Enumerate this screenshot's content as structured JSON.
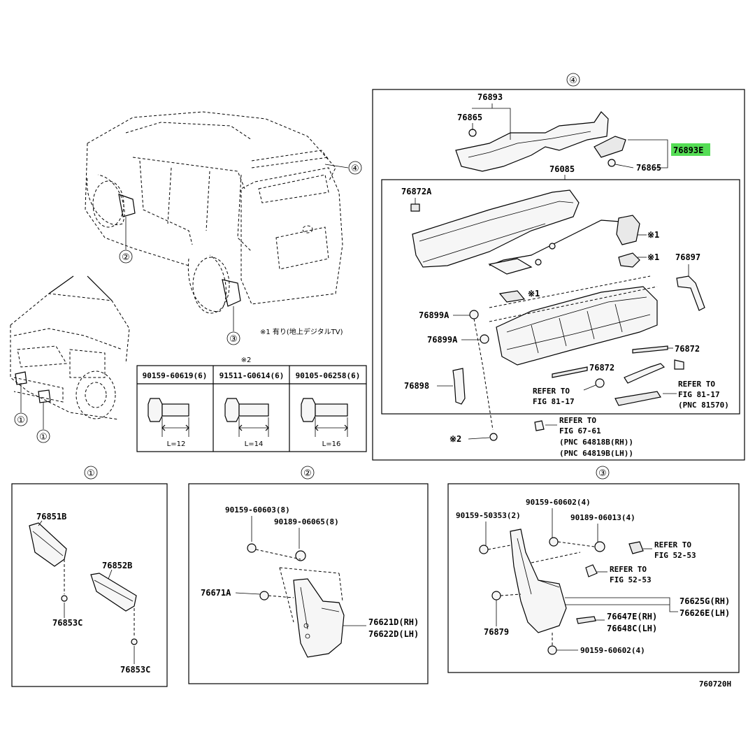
{
  "diagram": {
    "ref_code": "760720H",
    "section_markers": [
      "①",
      "②",
      "③",
      "④"
    ],
    "vehicle_callouts": [
      "①",
      "①",
      "②",
      "③",
      "④"
    ],
    "note_1": "※1 有り(地上デジタルTV)",
    "bolt_table": {
      "marker": "※2",
      "parts": [
        {
          "number": "90159-60619(6)",
          "length": "L=12"
        },
        {
          "number": "91511-G0614(6)",
          "length": "L=14"
        },
        {
          "number": "90105-06258(6)",
          "length": "L=16"
        }
      ]
    },
    "section4": {
      "labels": {
        "p76893": "76893",
        "p76865a": "76865",
        "p76893E": "76893E",
        "p76865b": "76865",
        "p76085": "76085",
        "p76872A": "76872A",
        "mark1a": "※1",
        "mark1b": "※1",
        "mark1c": "※1",
        "p76897": "76897",
        "p76899A_1": "76899A",
        "p76899A_2": "76899A",
        "p76872a": "76872",
        "p76872b": "76872",
        "p76898": "76898",
        "mark2": "※2",
        "ref1_a": "REFER TO",
        "ref1_b": "FIG 81-17",
        "ref2_a": "REFER TO",
        "ref2_b": "FIG 81-17",
        "ref2_c": "(PNC 81570)",
        "ref3_a": "REFER TO",
        "ref3_b": "FIG 67-61",
        "ref3_c": "(PNC 64818B(RH))",
        "ref3_d": "(PNC 64819B(LH))"
      },
      "highlight_color": "#55dd55"
    },
    "section1": {
      "labels": {
        "p76851B": "76851B",
        "p76852B": "76852B",
        "p76853C_a": "76853C",
        "p76853C_b": "76853C"
      }
    },
    "section2": {
      "labels": {
        "b1": "90159-60603(8)",
        "b2": "90189-06065(8)",
        "p76671A": "76671A",
        "p76621D": "76621D(RH)",
        "p76622D": "76622D(LH)"
      }
    },
    "section3": {
      "labels": {
        "b1": "90159-50353(2)",
        "b2": "90159-60602(4)",
        "b3": "90189-06013(4)",
        "ref1_a": "REFER TO",
        "ref1_b": "FIG 52-53",
        "ref2_a": "REFER TO",
        "ref2_b": "FIG 52-53",
        "p76625G": "76625G(RH)",
        "p76626E": "76626E(LH)",
        "p76647E": "76647E(RH)",
        "p76648C": "76648C(LH)",
        "p76879": "76879",
        "b4": "90159-60602(4)"
      }
    }
  }
}
